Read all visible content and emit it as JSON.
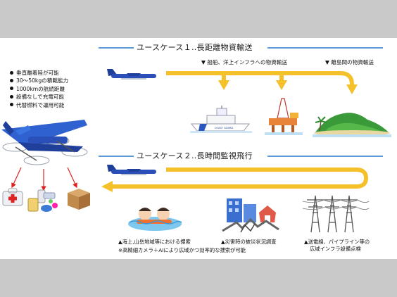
{
  "features": [
    "垂直離着陸が可能",
    "30～50kgの積載能力",
    "1000kmの航続距離",
    "設備なしで充電可能",
    "代替燃料で運用可能"
  ],
  "usecase1": {
    "title": "ユースケース１‥長距離物資輸送",
    "destinations": [
      "▼ 船舶、洋上インフラへの物資輸送",
      "▼ 離島間の物資輸送"
    ],
    "ship_label": "COAST GUARD"
  },
  "usecase2": {
    "title": "ユースケース２‥長時間監視飛行",
    "captions": [
      "▲海上,山岳地域等における捜索",
      "▲災害時の被災状況調査",
      "▲送電線、パイプライン等の",
      "広域インフラ設備点検"
    ],
    "note": "※高精細カメラ＋AIにより広域かつ効率的な捜索が可能"
  },
  "colors": {
    "route": "#f5c12a",
    "line": "#5b9bd5",
    "aircraft": "#1f3f9a"
  },
  "icons": [
    "drone-icon",
    "aircraft-icon",
    "first-aid-kit-icon",
    "medicine-icon",
    "cardboard-box-icon",
    "coast-guard-ship-icon",
    "oil-rig-icon",
    "island-icon",
    "rescue-swimmers-icon",
    "earthquake-icon",
    "power-tower-icon"
  ]
}
